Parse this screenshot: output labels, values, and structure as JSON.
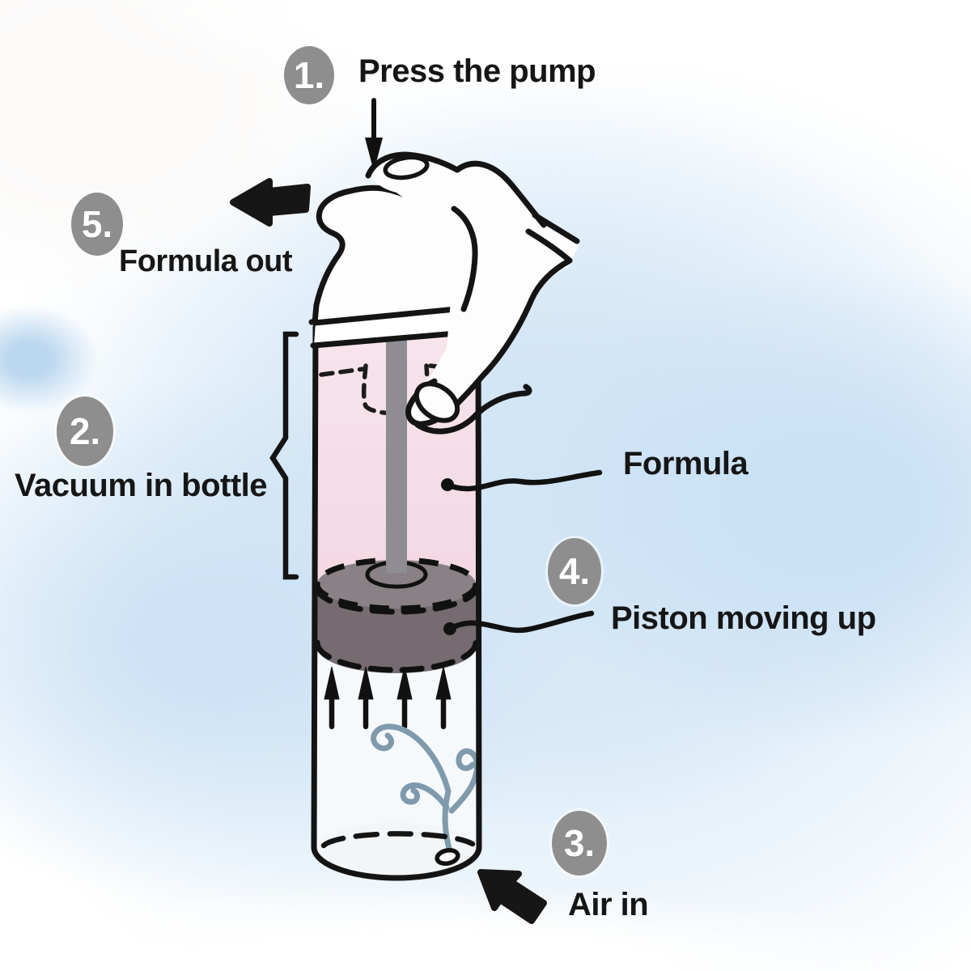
{
  "steps": [
    {
      "number": "1.",
      "label": "Press the pump"
    },
    {
      "number": "2.",
      "label": "Vacuum in bottle"
    },
    {
      "number": "3.",
      "label": "Air in"
    },
    {
      "number": "4.",
      "label": "Piston moving up"
    },
    {
      "number": "5.",
      "label": "Formula out"
    }
  ],
  "callouts": {
    "formula": "Formula"
  },
  "colors": {
    "background_wash": "#cfe4f6",
    "formula_pink": "#f6dce7",
    "piston_body_gray": "#756b71",
    "piston_top_gray": "#8a8187",
    "dip_tube_gray": "#8f8d93",
    "air_swirl_blue": "#7f9aac",
    "step_badge_gray": "#8e8e8e",
    "ink": "#161616"
  }
}
